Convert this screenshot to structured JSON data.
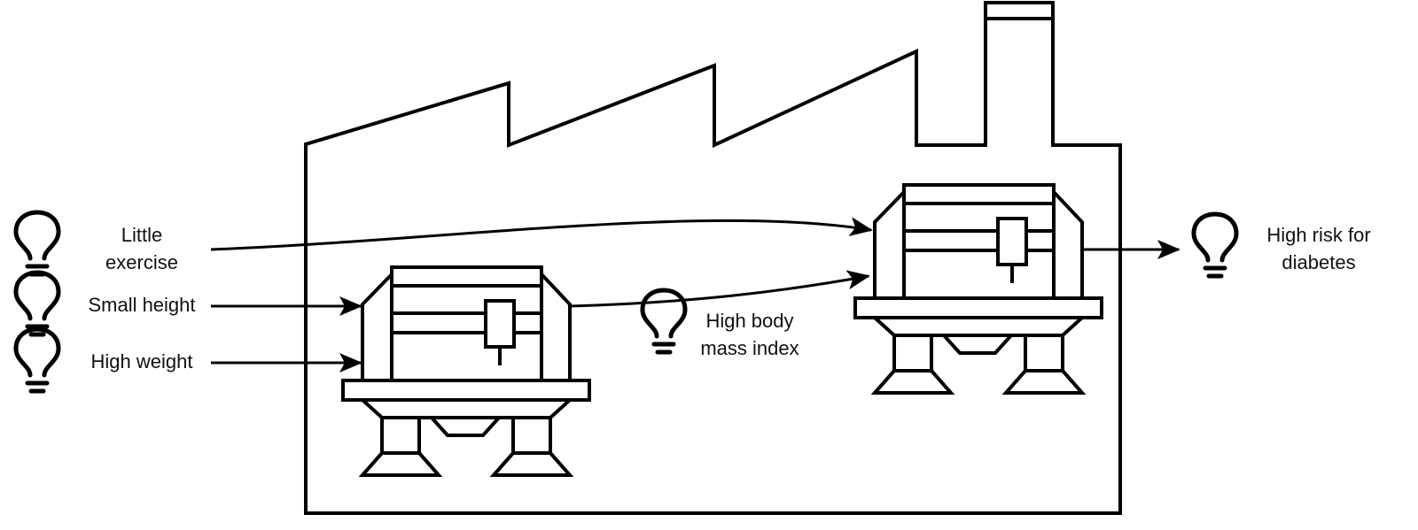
{
  "diagram": {
    "title": "",
    "inputs": [
      {
        "id": "little-exercise",
        "lines": [
          "Little",
          "exercise"
        ],
        "icon": "lightbulb-icon"
      },
      {
        "id": "small-height",
        "lines": [
          "Small height"
        ],
        "icon": "lightbulb-icon"
      },
      {
        "id": "high-weight",
        "lines": [
          "High weight"
        ],
        "icon": "lightbulb-icon"
      }
    ],
    "intermediate": {
      "id": "high-bmi",
      "lines": [
        "High body",
        "mass index"
      ],
      "icon": "lightbulb-icon"
    },
    "output": {
      "id": "high-risk-diabetes",
      "lines": [
        "High risk for",
        "diabetes"
      ],
      "icon": "lightbulb-icon"
    },
    "containers": [
      {
        "id": "factory",
        "icon": "factory-icon"
      }
    ],
    "processes": [
      {
        "id": "machine-1",
        "icon": "machine-icon"
      },
      {
        "id": "machine-2",
        "icon": "machine-icon"
      }
    ],
    "edges": [
      {
        "from": "little-exercise",
        "to": "machine-2"
      },
      {
        "from": "small-height",
        "to": "machine-1"
      },
      {
        "from": "high-weight",
        "to": "machine-1"
      },
      {
        "from": "machine-1",
        "to": "machine-2"
      },
      {
        "from": "machine-2",
        "to": "high-risk-diabetes"
      }
    ]
  }
}
